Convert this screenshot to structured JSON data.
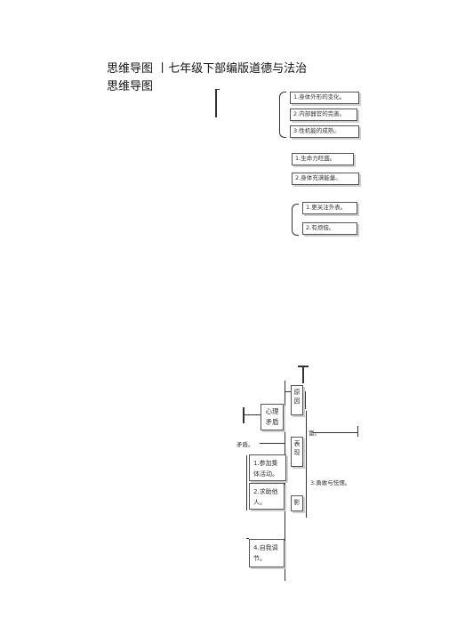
{
  "title": {
    "line1": "思维导图 丨七年级下部编版道德与法治",
    "line2": "思维导图"
  },
  "map_top": {
    "group1": [
      "1.身体外形的变化。",
      "2.内部器官的完善。",
      "3.性机能的成熟。"
    ],
    "group2": [
      "1.生命力旺盛。",
      "2.身体充满能量。"
    ],
    "group3": [
      "1.更关注外表。",
      "2.有烦恼。"
    ]
  },
  "map_bottom": {
    "center": "心理矛盾",
    "pillars": [
      "原因",
      "表现",
      "影"
    ],
    "side_labels": [
      "富。",
      "3.勇敢与怯懦。"
    ],
    "left_label": "矛盾。",
    "methods": [
      "1.参加集体活动。",
      "2.求助他人。",
      "4.自我调节。"
    ]
  }
}
